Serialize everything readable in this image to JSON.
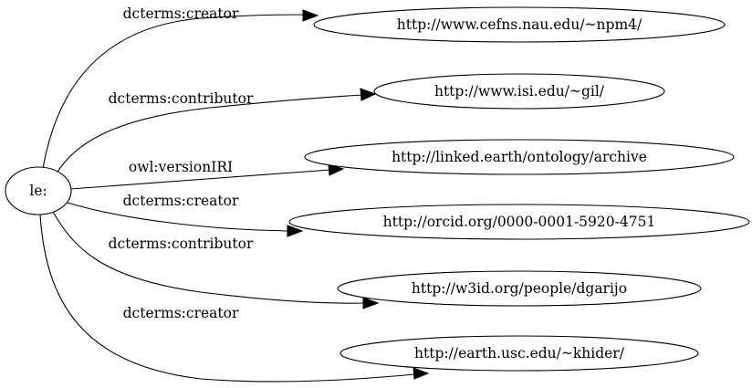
{
  "graph": {
    "source": {
      "label": "le:"
    },
    "edges": [
      {
        "predicate": "dcterms:creator",
        "target": "http://www.cefns.nau.edu/~npm4/"
      },
      {
        "predicate": "dcterms:contributor",
        "target": "http://www.isi.edu/~gil/"
      },
      {
        "predicate": "owl:versionIRI",
        "target": "http://linked.earth/ontology/archive"
      },
      {
        "predicate": "dcterms:creator",
        "target": "http://orcid.org/0000-0001-5920-4751"
      },
      {
        "predicate": "dcterms:contributor",
        "target": "http://w3id.org/people/dgarijo"
      },
      {
        "predicate": "dcterms:creator",
        "target": "http://earth.usc.edu/~khider/"
      }
    ]
  }
}
